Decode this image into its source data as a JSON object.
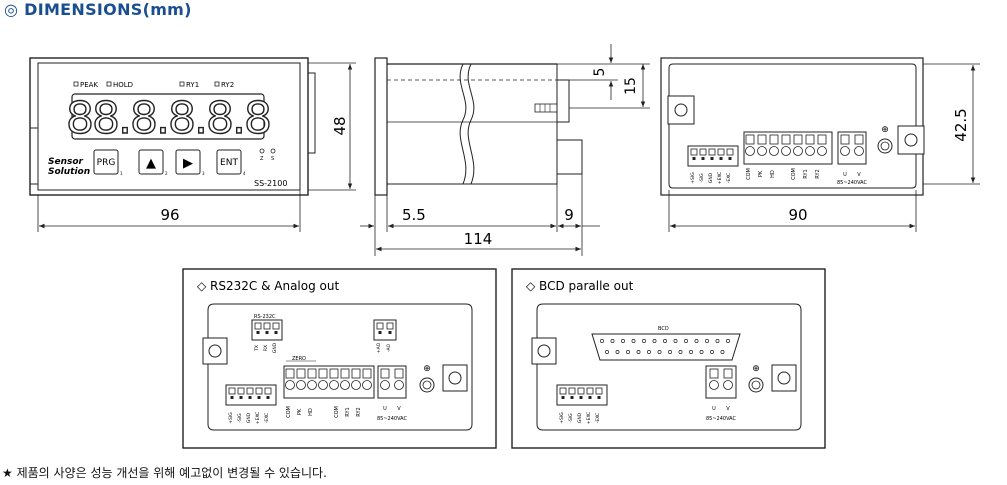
{
  "title": "◎ DIMENSIONS(mm)",
  "front": {
    "leds": [
      "PEAK",
      "HOLD",
      "RY1",
      "RY2"
    ],
    "digits": "88.8.8.8.8",
    "buttons": [
      "PRG",
      "▲",
      "▶",
      "ENT"
    ],
    "button_nums": [
      "1",
      "2",
      "3",
      "4"
    ],
    "zs": [
      "Z",
      "S"
    ],
    "logo_top": "Sensor",
    "logo_bottom": "Solution",
    "model": "SS-2100",
    "dim_width": "96",
    "dim_height": "48"
  },
  "side": {
    "dim_5": "5",
    "dim_15": "15",
    "dim_55": "5.5",
    "dim_9": "9",
    "dim_114": "114"
  },
  "rear": {
    "dim_425": "42.5",
    "dim_90": "90",
    "left_terms": [
      "+SIG",
      "-SIG",
      "GND",
      "+EXC",
      "-EXC"
    ],
    "right_terms": [
      "COM",
      "PK",
      "HD",
      "COM",
      "RY1",
      "RY2"
    ],
    "power_uv": [
      "U",
      "V"
    ],
    "power_label": "85~240VAC"
  },
  "panel_rs232": {
    "heading": "◇ RS232C & Analog out",
    "rs_label": "RS-232C",
    "rs_terms": [
      "TX",
      "RX",
      "GND"
    ],
    "ao_terms": [
      "+AO",
      "-AO"
    ],
    "zero_label": "ZERO",
    "left_terms": [
      "+SIG",
      "-SIG",
      "GND",
      "+EXC",
      "-EXC"
    ],
    "right_terms": [
      "COM",
      "PK",
      "HD",
      "COM",
      "RY1",
      "RY2"
    ],
    "power_uv": [
      "U",
      "V"
    ],
    "power_label": "85~240VAC"
  },
  "panel_bcd": {
    "heading": "◇ BCD paralle out",
    "bcd_label": "BCD",
    "left_terms": [
      "+SIG",
      "-SIG",
      "GND",
      "+EXC",
      "-EXC"
    ],
    "power_uv": [
      "U",
      "V"
    ],
    "power_label": "85~240VAC"
  },
  "footnote": "★ 제품의 사양은 성능 개선을 위해 예고없이 변경될 수 있습니다."
}
